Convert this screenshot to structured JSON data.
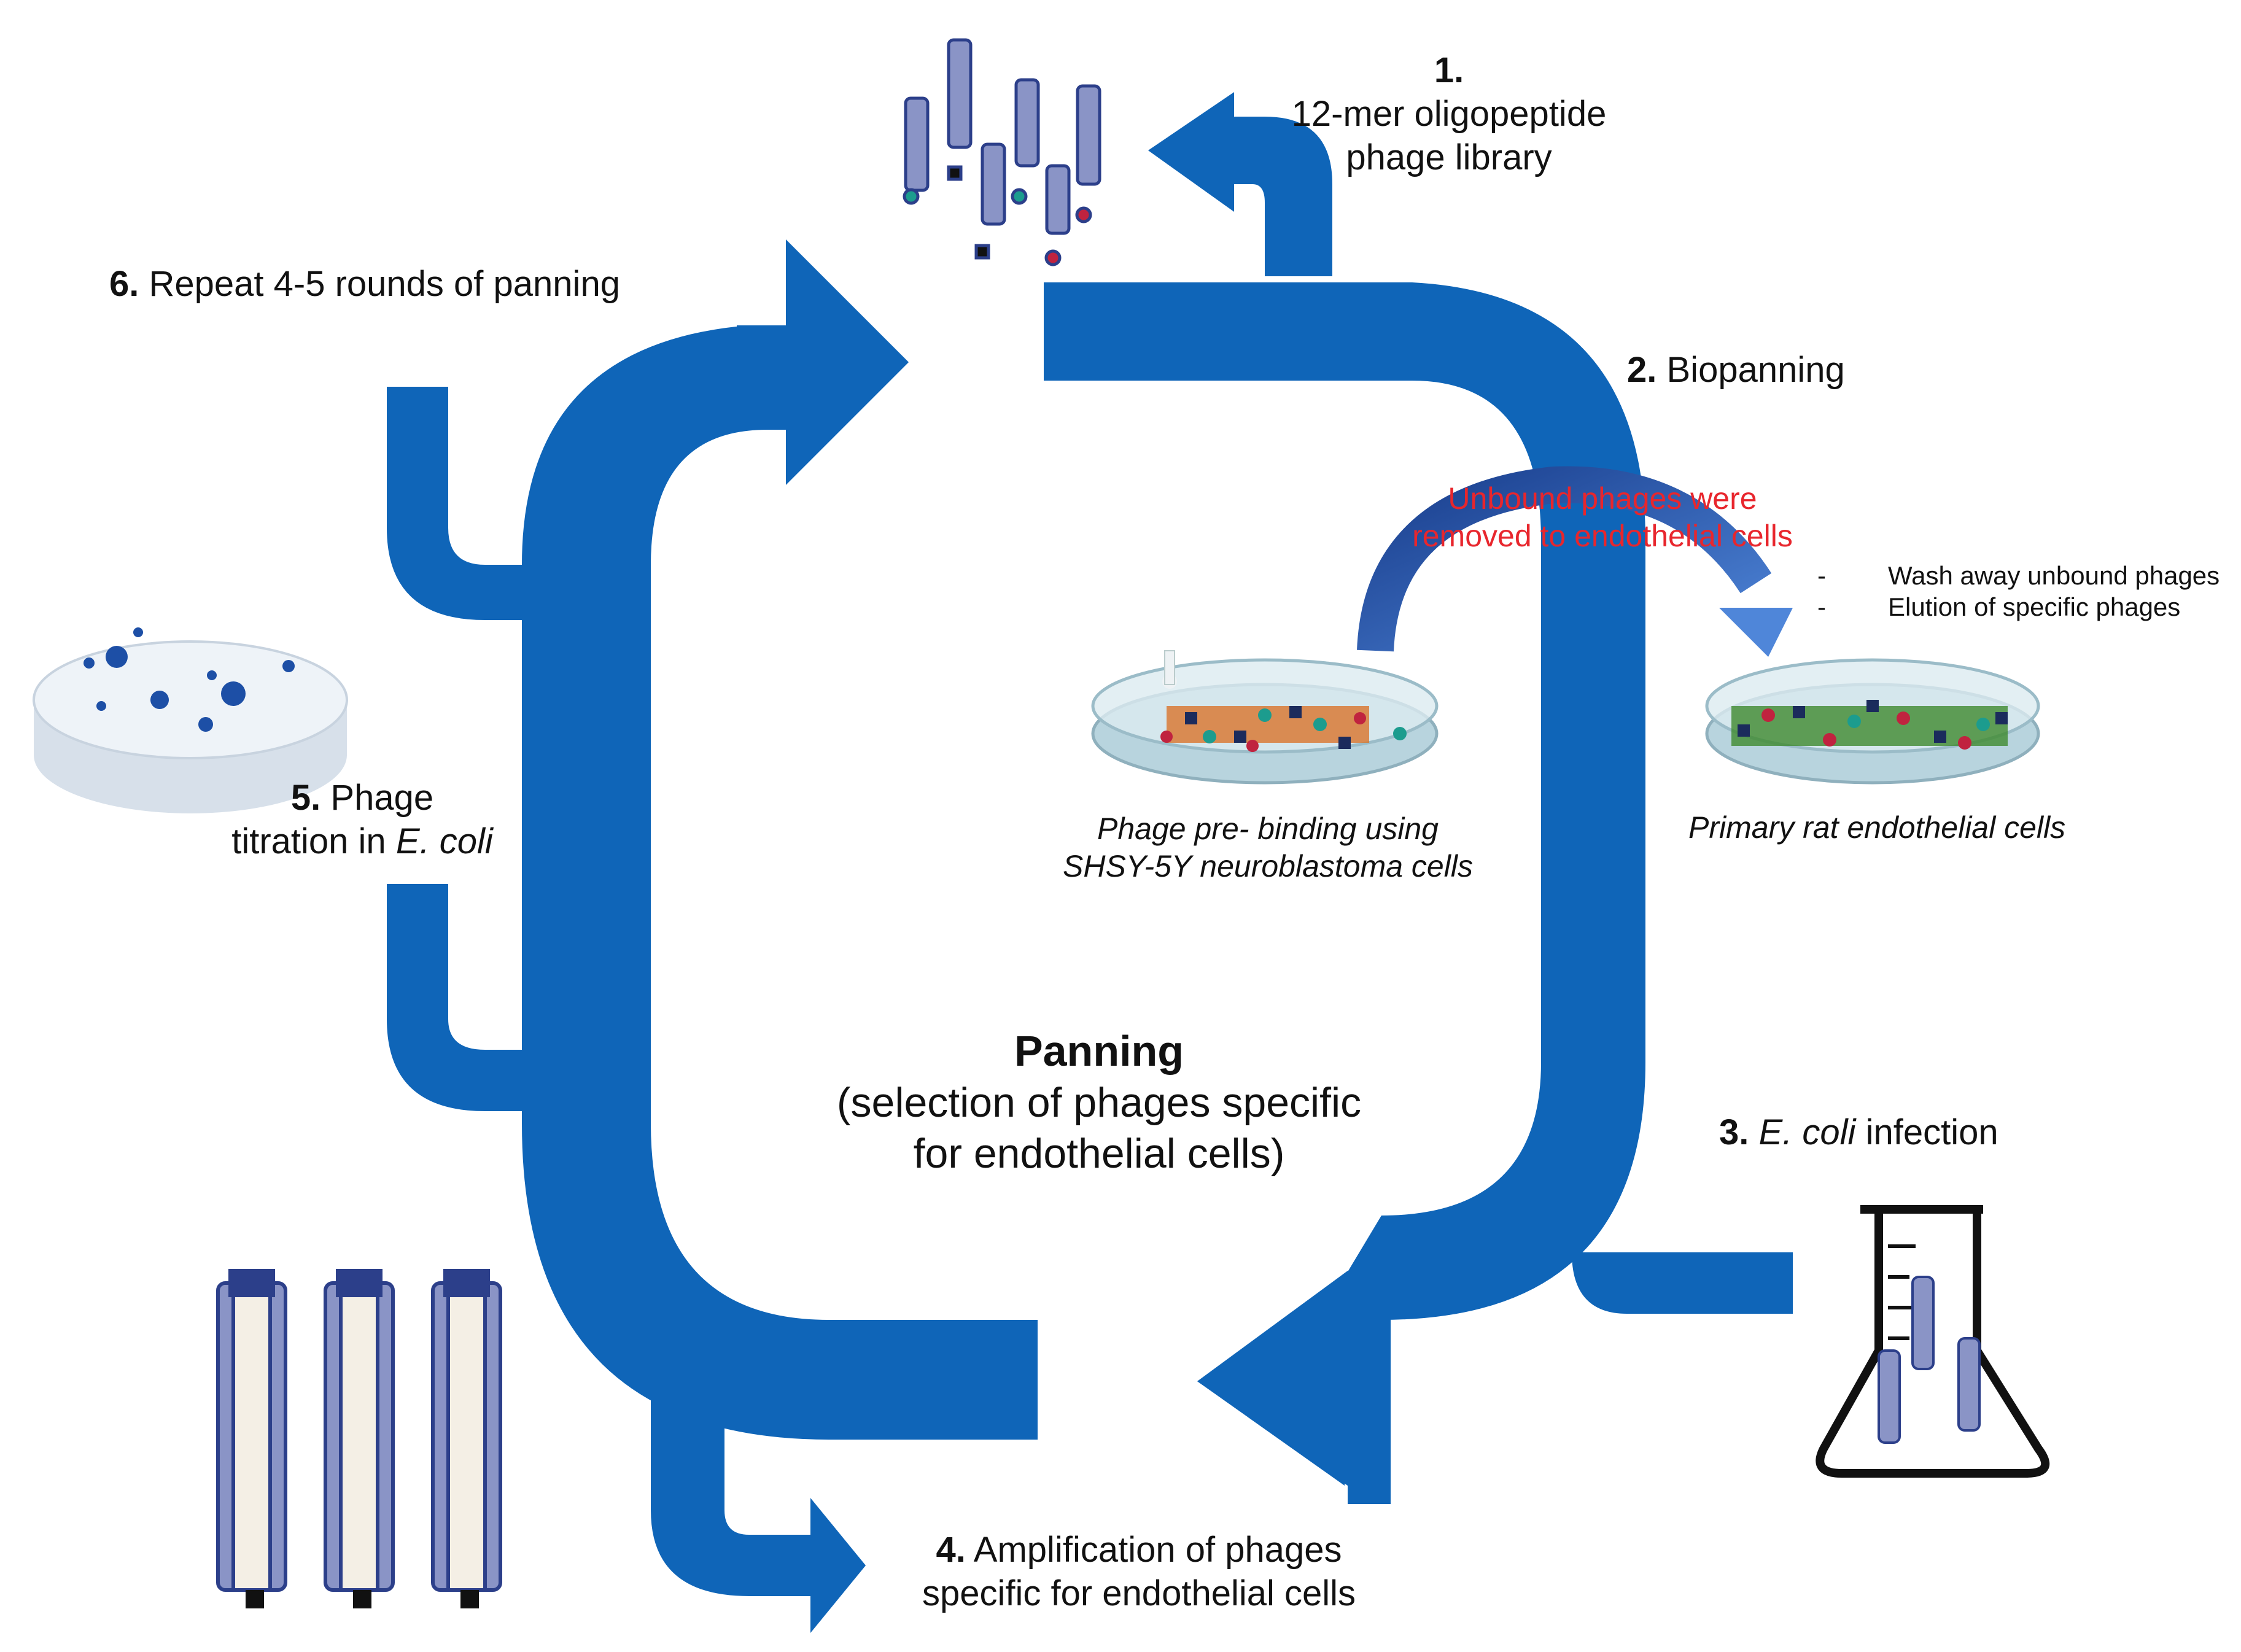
{
  "colors": {
    "arrow": "#0f65b8",
    "red_text": "#e8262d",
    "dish": "#cfe4ec",
    "plate": "#e9f0f7",
    "colony": "#1d4fa6"
  },
  "step1": {
    "number": "1.",
    "line1": "12-mer oligopeptide",
    "line2": "phage library"
  },
  "step2": {
    "number": "2.",
    "label": "Biopanning"
  },
  "step3": {
    "number": "3.",
    "organism": "E. coli",
    "label": "infection"
  },
  "step4": {
    "number": "4.",
    "line1": "Amplification of phages",
    "line2": "specific for endothelial cells"
  },
  "step5": {
    "number": "5.",
    "line1": "Phage",
    "line2_prefix": "titration in",
    "organism": "E. coli"
  },
  "step6": {
    "number": "6.",
    "label": "Repeat 4-5 rounds of panning"
  },
  "unbound_note": {
    "line1": "Unbound phages were",
    "line2": "removed to endothelial cells"
  },
  "wash_notes": {
    "dash": "-",
    "item1": "Wash away unbound phages",
    "item2": "Elution of specific phages"
  },
  "dish1_caption": {
    "line1": "Phage pre- binding using",
    "line2": "SHSY-5Y neuroblastoma cells"
  },
  "dish2_caption": "Primary rat endothelial cells",
  "center": {
    "title": "Panning",
    "line1": "(selection of phages specific",
    "line2": "for endothelial cells)"
  }
}
